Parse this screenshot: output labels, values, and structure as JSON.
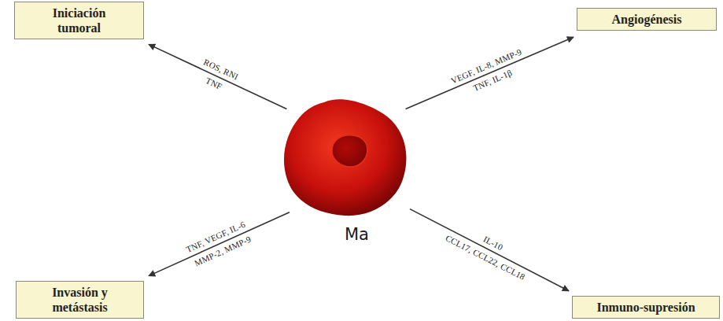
{
  "diagram": {
    "nodes": [
      {
        "text": [
          "Iniciación tumoral"
        ]
      },
      {
        "text": [
          "Angiogénesis"
        ]
      },
      {
        "text": [
          "Ma"
        ]
      },
      {
        "text": [
          "Invasión y metástasis"
        ]
      },
      {
        "text": [
          "Inmuno-supresión"
        ]
      }
    ],
    "edges": [
      {
        "from": 2,
        "to": 0,
        "label": "ROS, RNI",
        "arrow": "to"
      },
      {
        "from": 2,
        "to": 1,
        "label": "VEGF, IL-8, MMP-9",
        "arrow": "to"
      },
      {
        "from": 2,
        "to": 3,
        "label": "TNF, VEGF, IL-6",
        "arrow": "to"
      },
      {
        "from": 2,
        "to": 4,
        "label": "IL-10",
        "arrow": "to"
      }
    ],
    "labels": [
      "TNF",
      "TNF, IL-1β",
      "MMP-2, MMP-9",
      "CCL17, CCL22, CCL18"
    ]
  }
}
